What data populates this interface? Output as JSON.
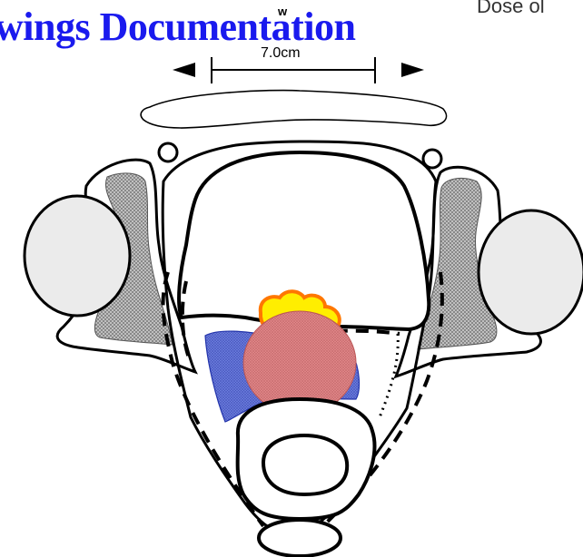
{
  "title": {
    "text": "wings Documentation",
    "color": "#1a1aee"
  },
  "header_right": {
    "text": "Dose ol"
  },
  "dimension": {
    "w_label": "w",
    "width_label": "7.0cm"
  },
  "colors": {
    "outline": "#000000",
    "bone_fill": "#ebebeb",
    "hatch_fill": "#9a9a9a",
    "blue_region": "#5a6bd6",
    "red_region": "#d9787a",
    "yellow_region": "#ffee00",
    "orange_border": "#ff7700"
  }
}
